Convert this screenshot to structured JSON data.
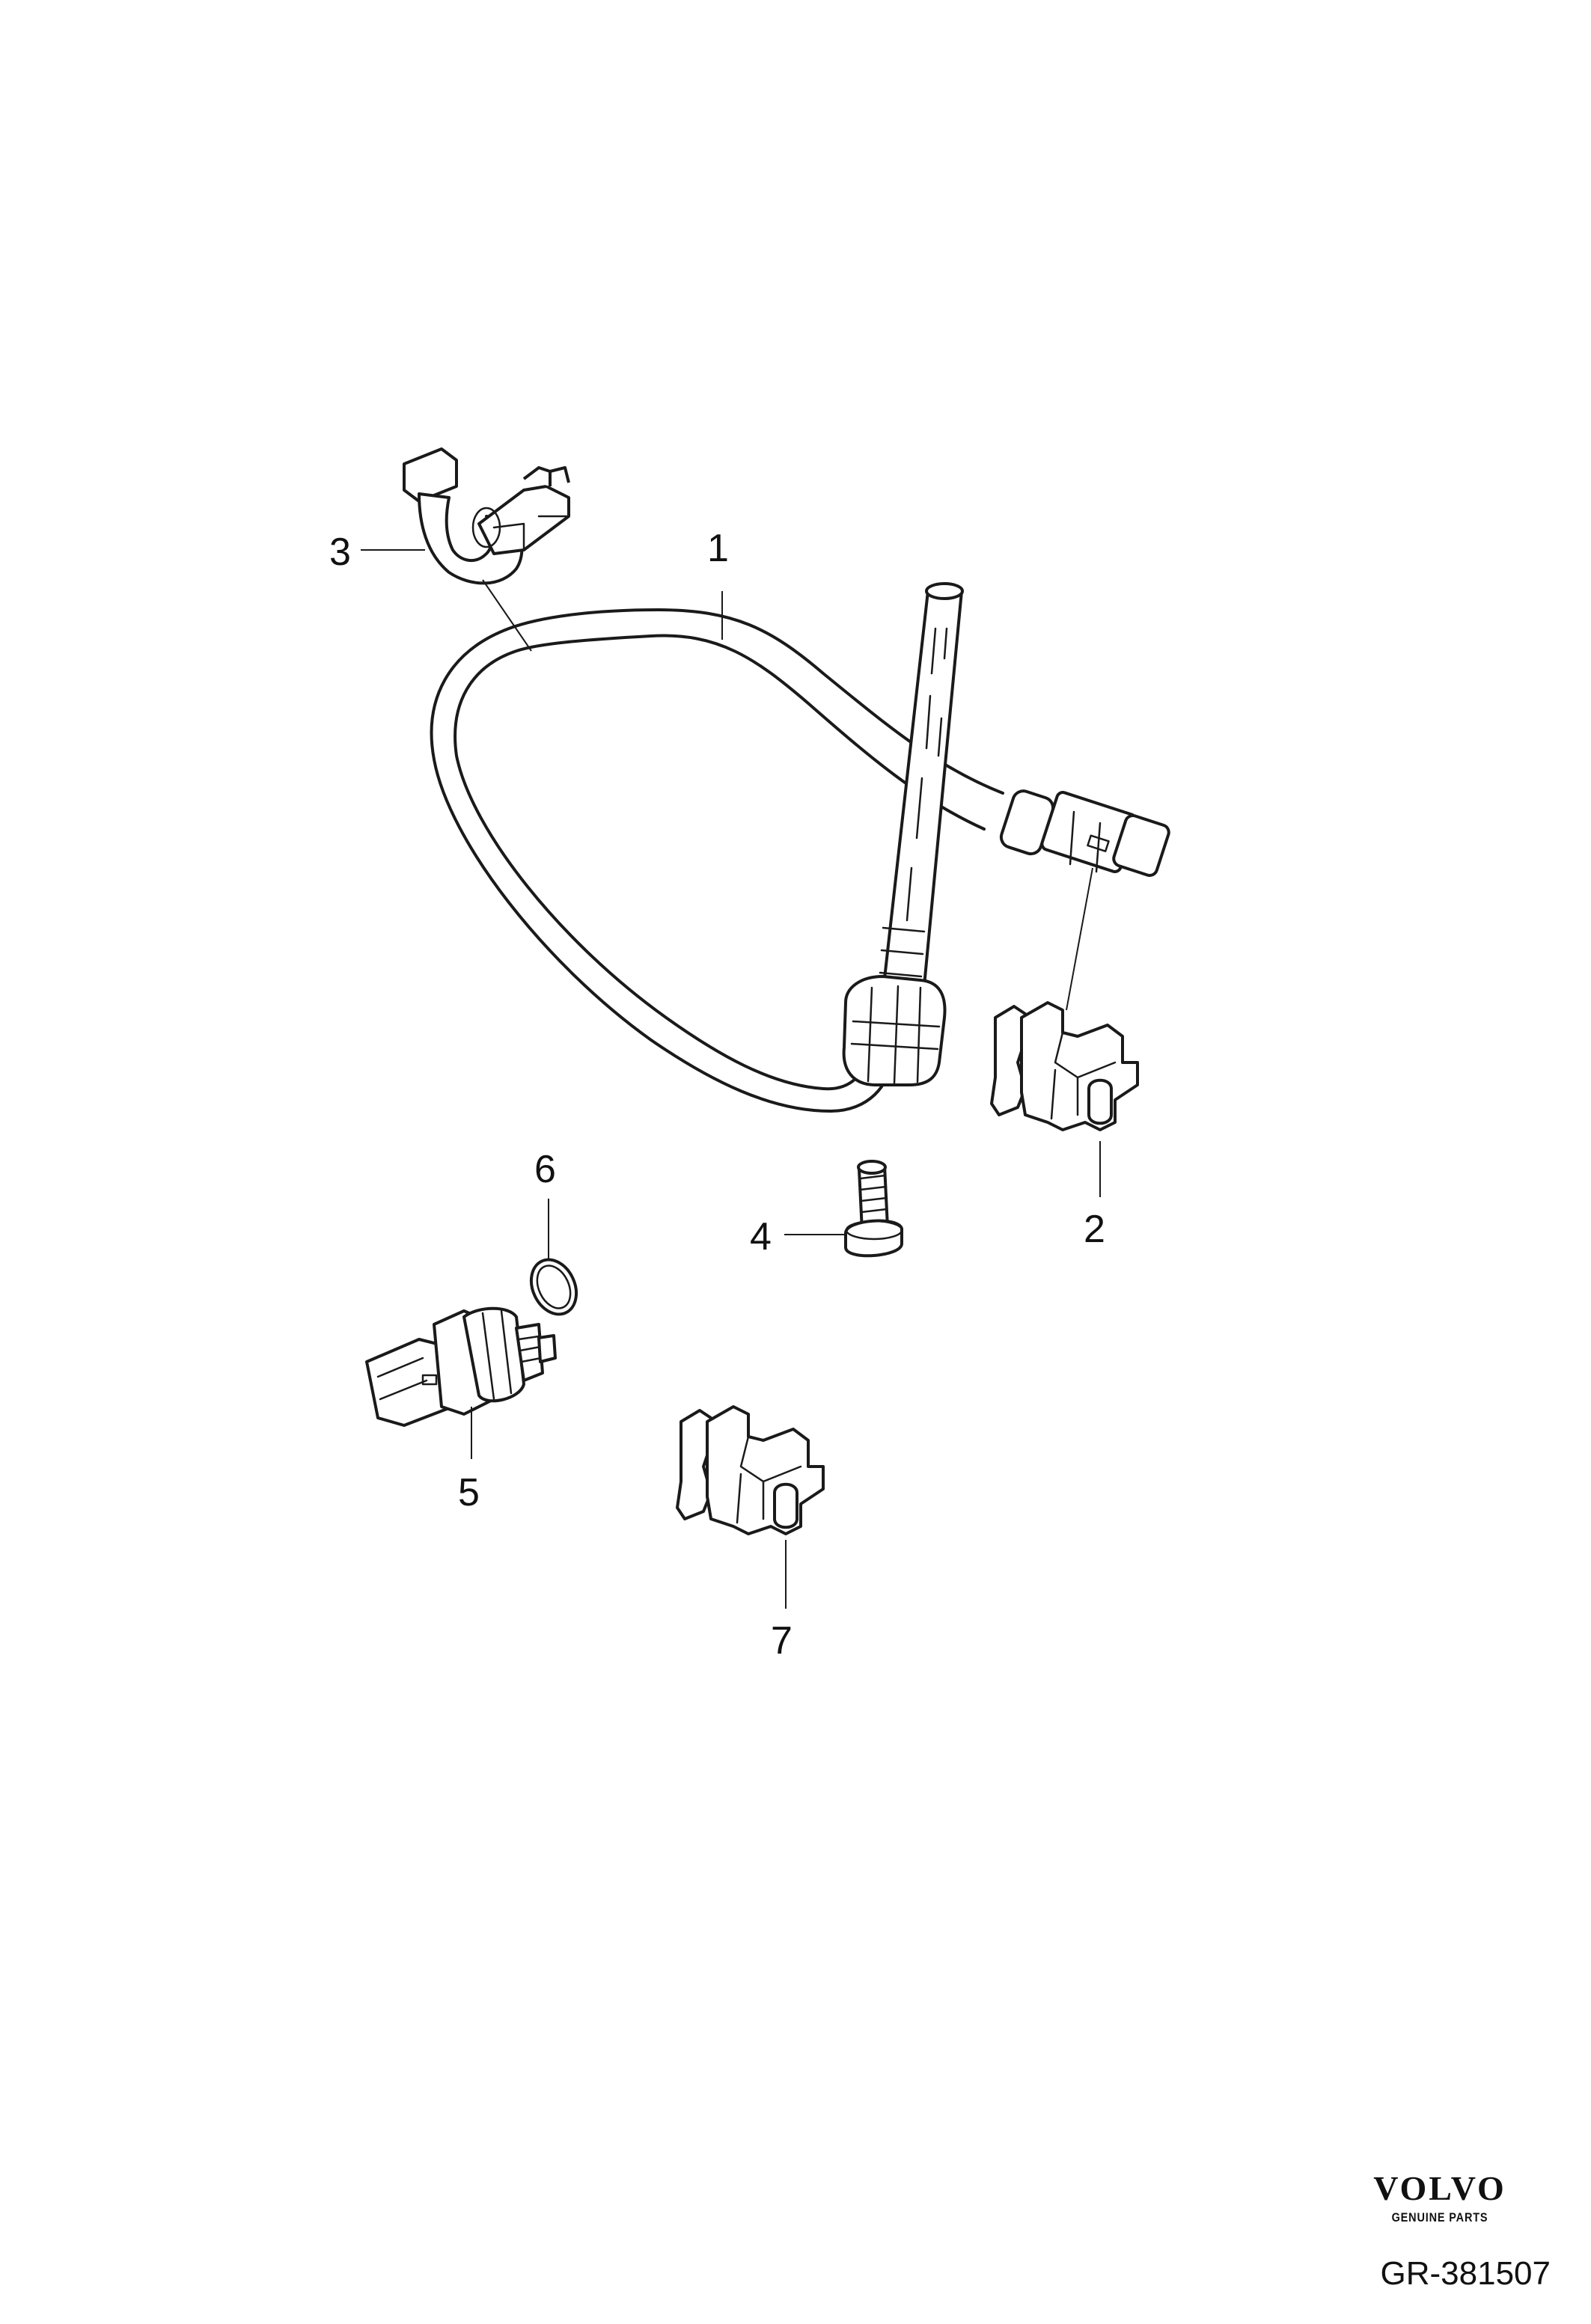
{
  "callouts": {
    "c1": "1",
    "c2": "2",
    "c3": "3",
    "c4": "4",
    "c5": "5",
    "c6": "6",
    "c7": "7"
  },
  "branding": {
    "logo_text": "VOLVO",
    "tagline": "GENUINE PARTS"
  },
  "reference": {
    "code": "GR-381507"
  }
}
